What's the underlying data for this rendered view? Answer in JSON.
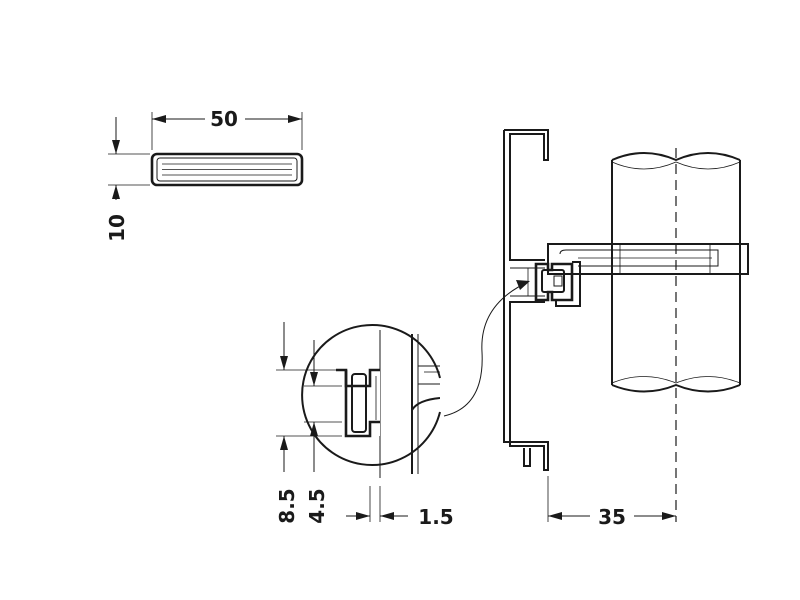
{
  "dimensions": {
    "profile_width": "50",
    "profile_height": "10",
    "slot_outer": "8.5",
    "slot_inner": "4.5",
    "wall_thickness": "1.5",
    "offset_to_axis": "35"
  }
}
